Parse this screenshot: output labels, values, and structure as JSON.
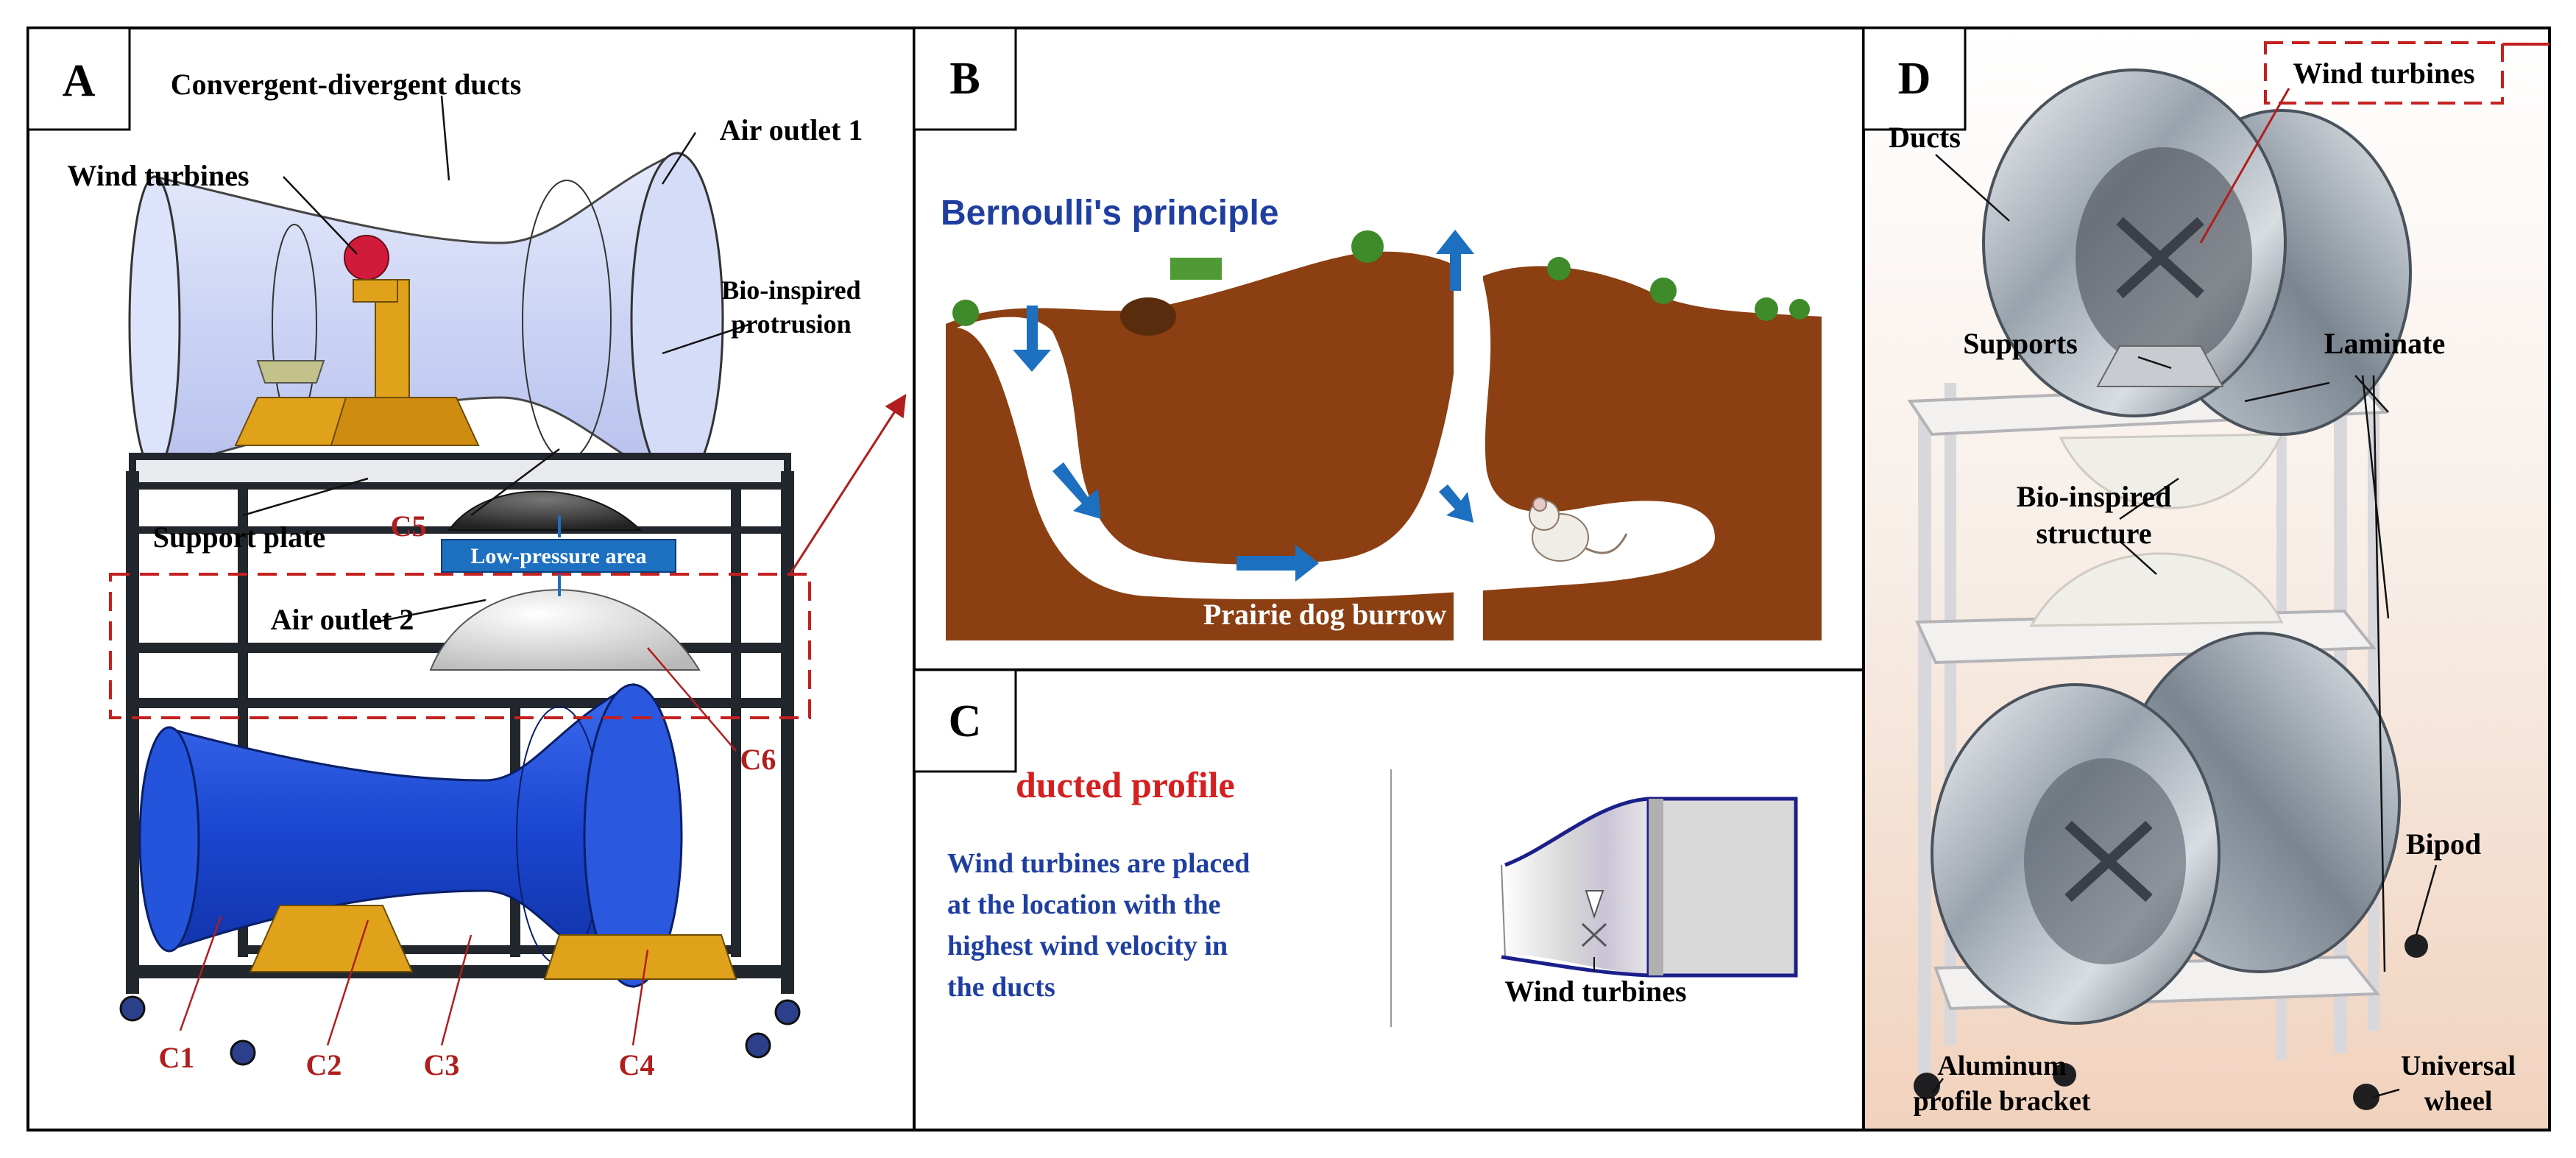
{
  "panel_a": {
    "letter": "A",
    "ducts_label": "Convergent-divergent ducts",
    "turbines_label": "Wind turbines",
    "outlet1_label": "Air outlet 1",
    "bio_label_line1": "Bio-inspired",
    "bio_label_line2": "protrusion",
    "support_label": "Support plate",
    "c5": "C5",
    "low_pressure": "Low-pressure area",
    "outlet2_label": "Air outlet 2",
    "c6": "C6",
    "c1": "C1",
    "c2": "C2",
    "c3": "C3",
    "c4": "C4"
  },
  "panel_b": {
    "letter": "B",
    "title": "Bernoulli's principle",
    "burrow_label": "Prairie dog burrow"
  },
  "panel_c": {
    "letter": "C",
    "title": "ducted profile",
    "desc_line1": "Wind turbines are placed",
    "desc_line2": "at the location with the",
    "desc_line3": "highest wind velocity in",
    "desc_line4": "the ducts",
    "turbines_label": "Wind turbines"
  },
  "panel_d": {
    "letter": "D",
    "turbines_label": "Wind turbines",
    "ducts_label": "Ducts",
    "supports_label": "Supports",
    "laminate_label": "Laminate",
    "bio_line1": "Bio-inspired",
    "bio_line2": "structure",
    "bipod_label": "Bipod",
    "bracket_line1": "Aluminum",
    "bracket_line2": "profile bracket",
    "wheel_line1": "Universal",
    "wheel_line2": "wheel"
  },
  "colors": {
    "label_red": "#b01e1e",
    "title_blue": "#1f3fa0",
    "arrow_blue": "#1d6fc0",
    "duct_blue": "#1346cf",
    "soil_brown": "#8b3f12",
    "frame_gray": "#2a2f38",
    "gold": "#d49a14"
  }
}
